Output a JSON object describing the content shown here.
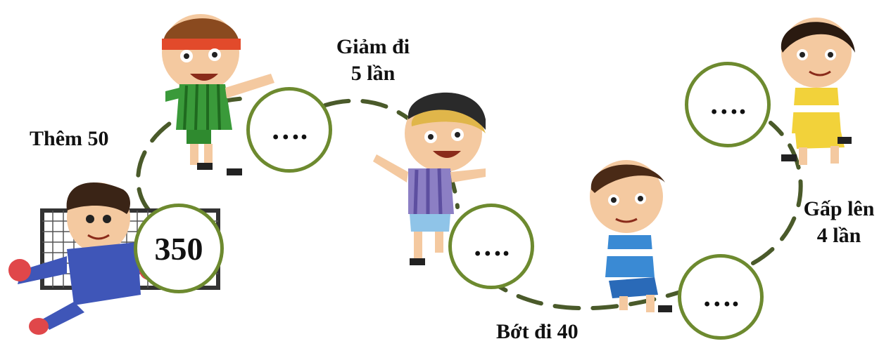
{
  "colors": {
    "ring": "#6d8a2f",
    "dash": "#4a5a2a",
    "text": "#111111"
  },
  "steps": [
    {
      "value": "350"
    },
    {
      "value": "…."
    },
    {
      "value": "…."
    },
    {
      "value": "…."
    },
    {
      "value": "…."
    }
  ],
  "operations": [
    {
      "line1": "Thêm 50",
      "line2": ""
    },
    {
      "line1": "Giảm đi",
      "line2": "5 lần"
    },
    {
      "line1": "Bớt đi 40",
      "line2": ""
    },
    {
      "line1": "Gấp lên",
      "line2": "4 lần"
    }
  ],
  "characters": [
    "goalkeeper-boy",
    "headband-boy",
    "cap-boy",
    "running-boy-blue",
    "running-boy-yellow"
  ]
}
